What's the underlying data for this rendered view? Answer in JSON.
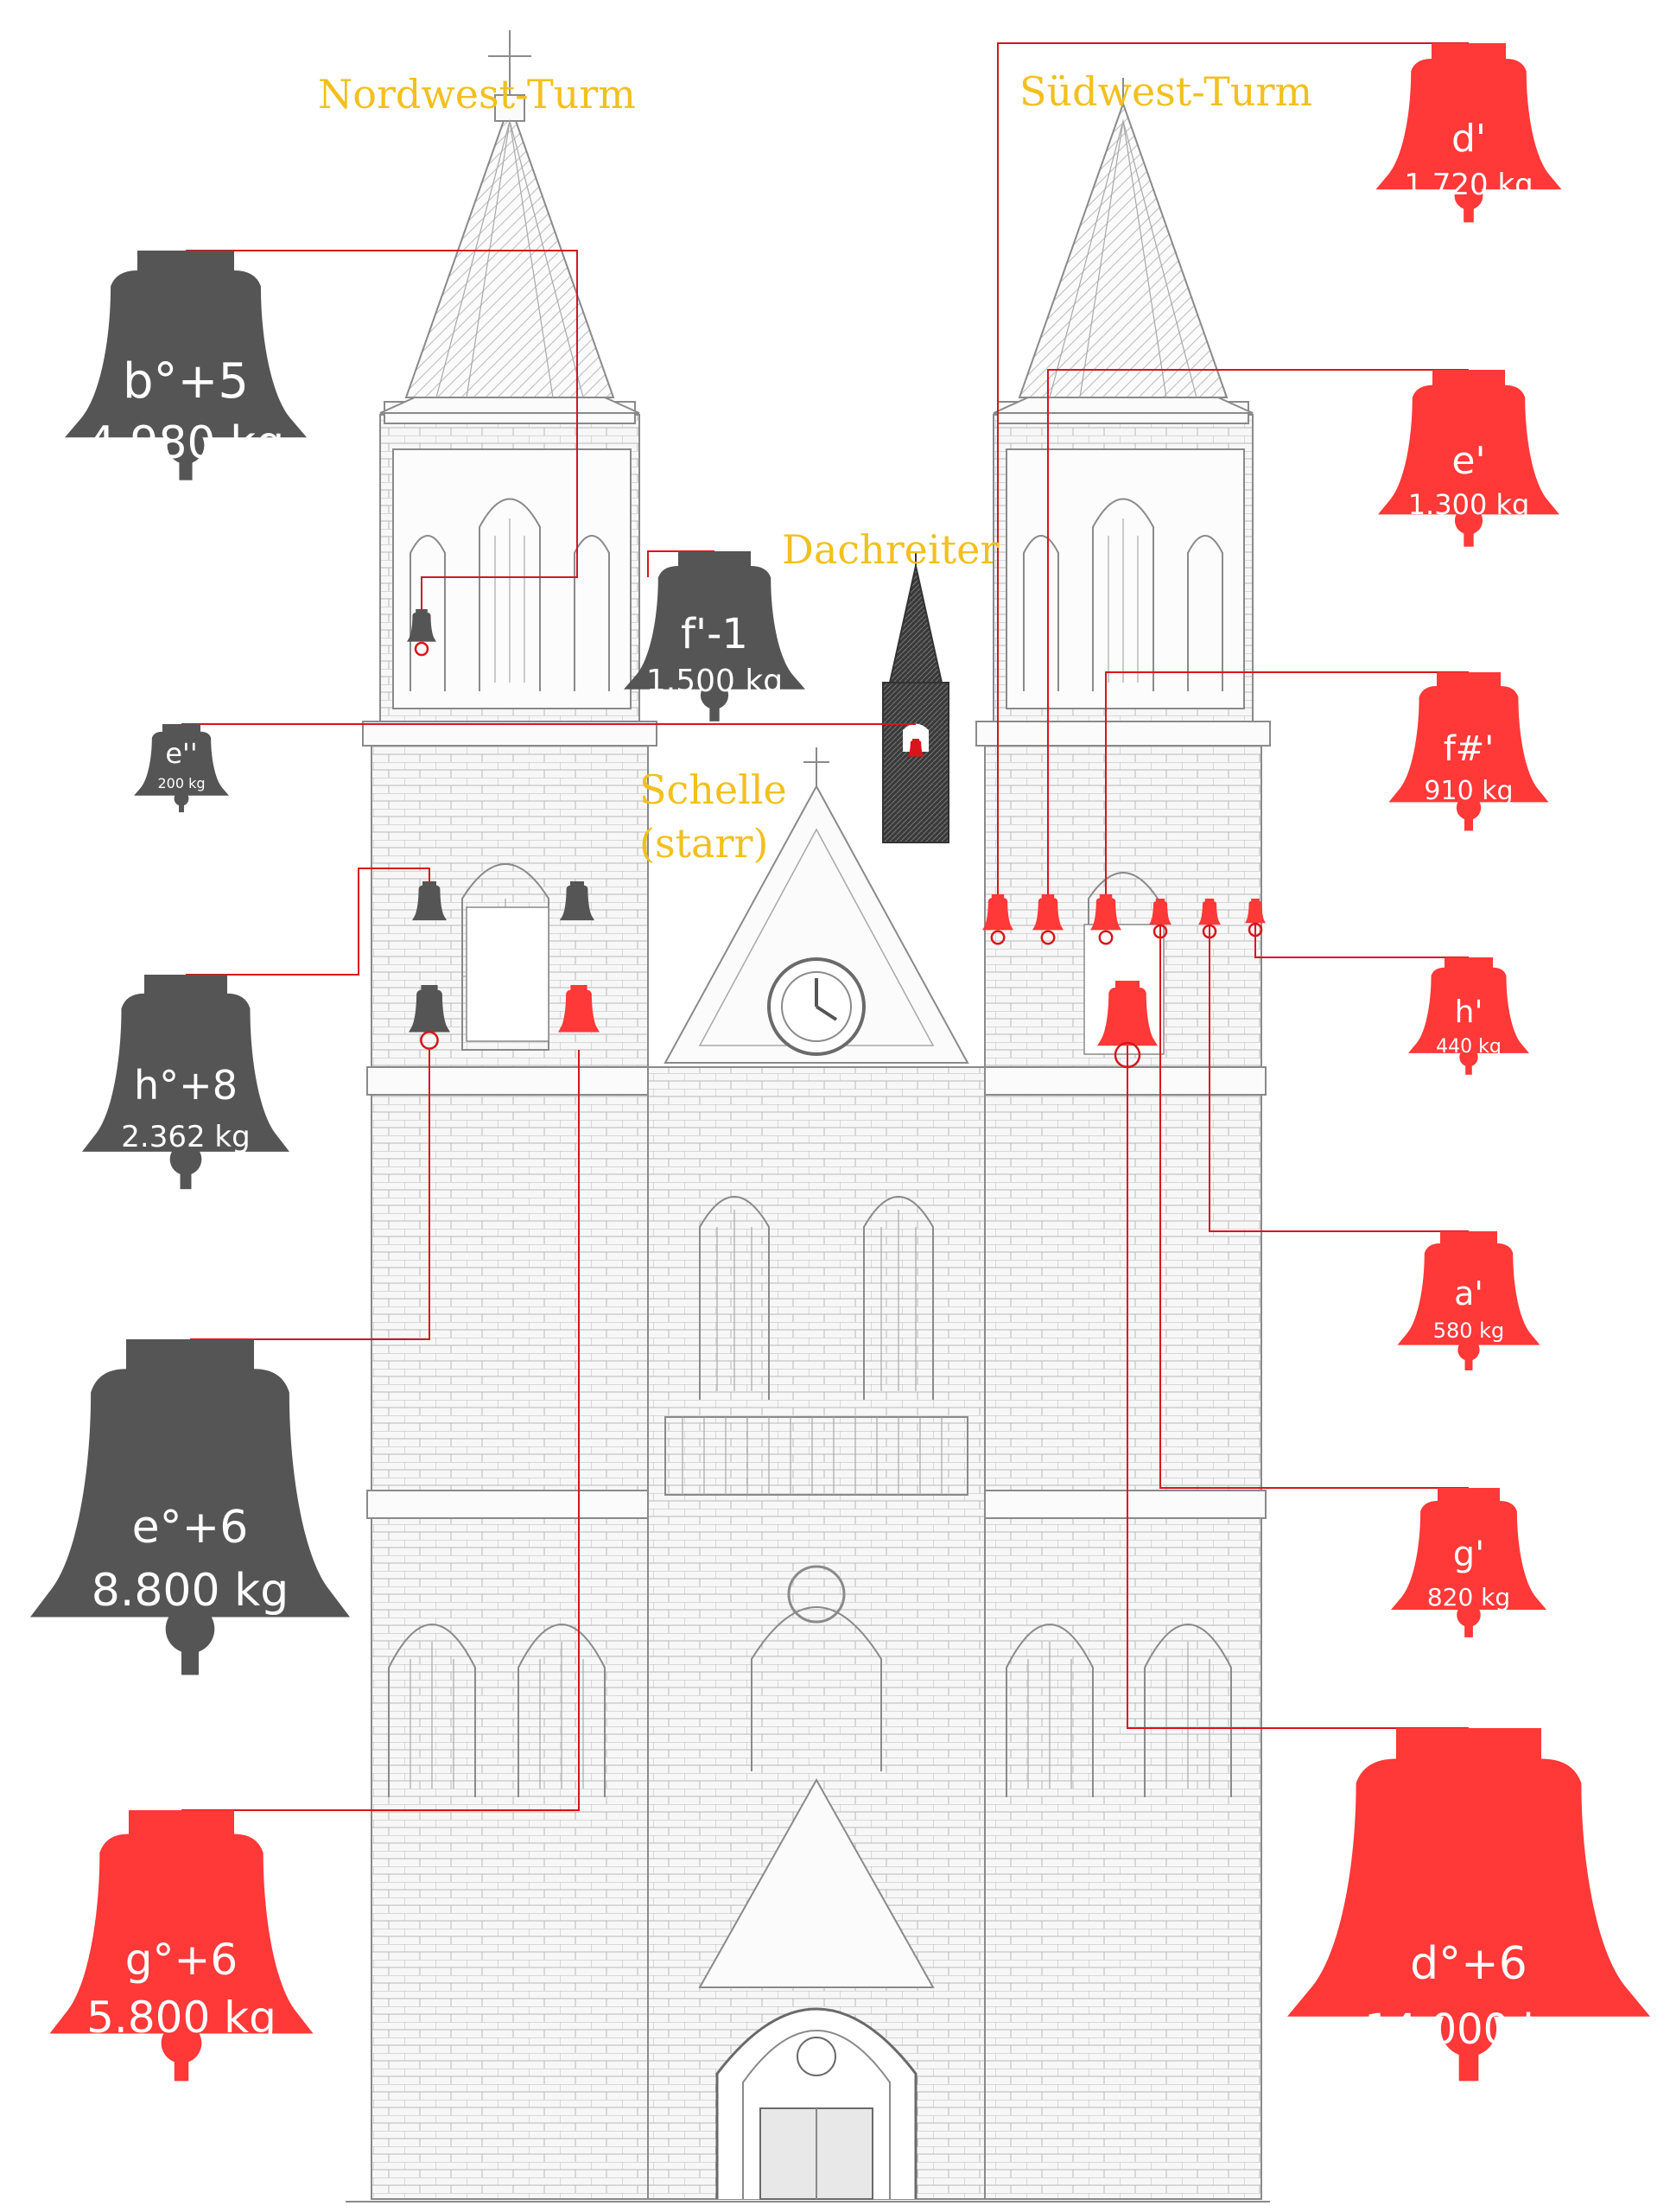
{
  "towers": {
    "northwest": "Nordwest-Turm",
    "southwest": "Südwest-Turm",
    "dachreiter": "Dachreiter",
    "schelle_line1": "Schelle",
    "schelle_line2": "(starr)"
  },
  "colors": {
    "tower_label": "#f2c01e",
    "bell_gray": "#555555",
    "bell_red": "#ff3838",
    "connector": "#d8151b",
    "drawing": "#8a8a8a"
  },
  "bells_left": [
    {
      "note": "b°+5",
      "weight": "4.980 kg"
    },
    {
      "note": "f'-1",
      "weight": "1.500 kg"
    },
    {
      "note": "e''",
      "weight": "200 kg"
    },
    {
      "note": "h°+8",
      "weight": "2.362 kg"
    },
    {
      "note": "e°+6",
      "weight": "8.800 kg"
    },
    {
      "note": "g°+6",
      "weight": "5.800 kg"
    }
  ],
  "bells_right": [
    {
      "note": "d'",
      "weight": "1.720 kg"
    },
    {
      "note": "e'",
      "weight": "1.300 kg"
    },
    {
      "note": "f#'",
      "weight": "910 kg"
    },
    {
      "note": "h'",
      "weight": "440 kg"
    },
    {
      "note": "a'",
      "weight": "580 kg"
    },
    {
      "note": "g'",
      "weight": "820 kg"
    },
    {
      "note": "d°+6",
      "weight": "14.000 kg"
    }
  ]
}
